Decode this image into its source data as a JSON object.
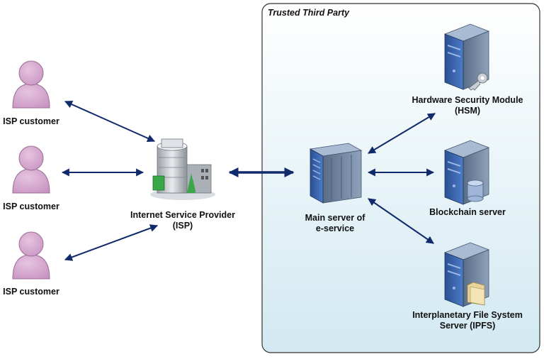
{
  "trusted_party": {
    "title": "Trusted Third Party"
  },
  "customers": [
    {
      "label": "ISP customer"
    },
    {
      "label": "ISP customer"
    },
    {
      "label": "ISP customer"
    }
  ],
  "isp": {
    "line1": "Internet Service Provider",
    "line2": "(ISP)"
  },
  "main_server": {
    "line1": "Main server of",
    "line2": "e-service"
  },
  "hsm": {
    "line1": "Hardware Security Module",
    "line2": "(HSM)"
  },
  "blockchain": {
    "label": "Blockchain server"
  },
  "ipfs": {
    "line1": "Interplanetary File System",
    "line2": "Server (IPFS)"
  },
  "colors": {
    "arrow": "#102a6b",
    "person": "#d4a5cf",
    "panel_border": "#333333",
    "panel_top": "#ffffff",
    "panel_bottom": "#d6ecf3"
  }
}
